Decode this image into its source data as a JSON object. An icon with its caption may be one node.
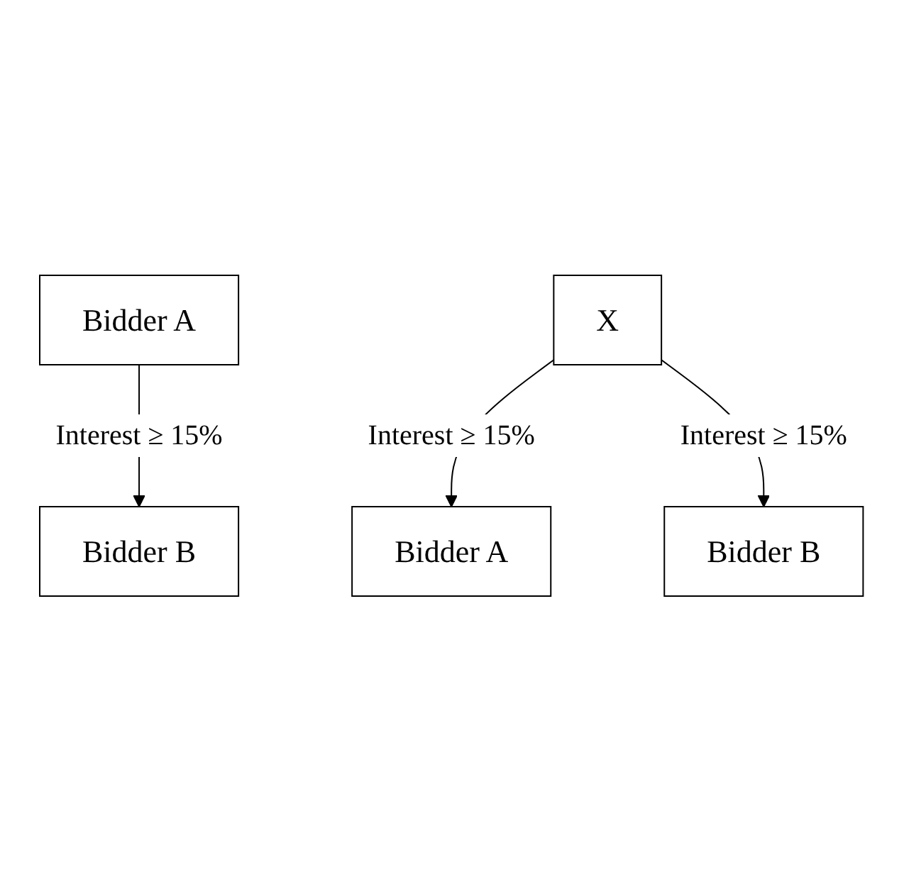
{
  "diagram": {
    "nodes": [
      {
        "text": [
          "Bidder A"
        ]
      },
      {
        "text": [
          "Bidder B"
        ]
      },
      {
        "text": [
          "X"
        ]
      },
      {
        "text": [
          "Bidder A"
        ]
      },
      {
        "text": [
          "Bidder B"
        ]
      }
    ],
    "edges": [
      {
        "from": 0,
        "to": 1,
        "arrow": "to",
        "label": "Interest ≥ 15%"
      },
      {
        "from": 2,
        "to": 3,
        "arrow": "to",
        "label": "Interest ≥ 15%"
      },
      {
        "from": 2,
        "to": 4,
        "arrow": "to",
        "label": "Interest ≥ 15%"
      }
    ]
  }
}
